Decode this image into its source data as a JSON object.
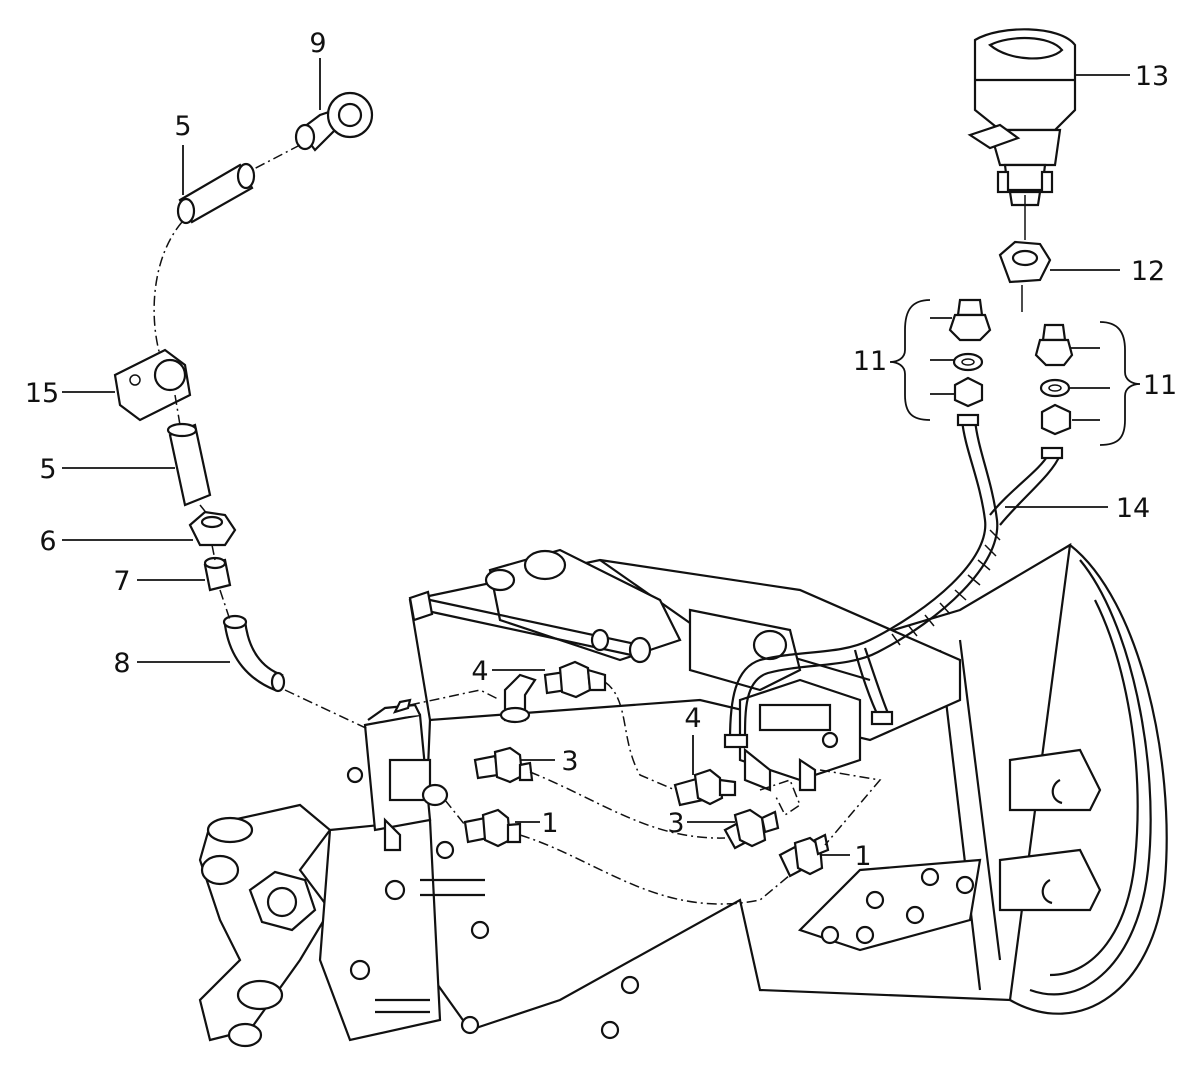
{
  "callouts": [
    {
      "id": "c9",
      "label": "9"
    },
    {
      "id": "c5a",
      "label": "5"
    },
    {
      "id": "c15",
      "label": "15"
    },
    {
      "id": "c5b",
      "label": "5"
    },
    {
      "id": "c6",
      "label": "6"
    },
    {
      "id": "c7",
      "label": "7"
    },
    {
      "id": "c8",
      "label": "8"
    },
    {
      "id": "c4a",
      "label": "4"
    },
    {
      "id": "c4b",
      "label": "4"
    },
    {
      "id": "c3a",
      "label": "3"
    },
    {
      "id": "c3b",
      "label": "3"
    },
    {
      "id": "c1a",
      "label": "1"
    },
    {
      "id": "c1b",
      "label": "1"
    },
    {
      "id": "c13",
      "label": "13"
    },
    {
      "id": "c12",
      "label": "12"
    },
    {
      "id": "c11a",
      "label": "11"
    },
    {
      "id": "c11b",
      "label": "11"
    },
    {
      "id": "c14",
      "label": "14"
    }
  ]
}
